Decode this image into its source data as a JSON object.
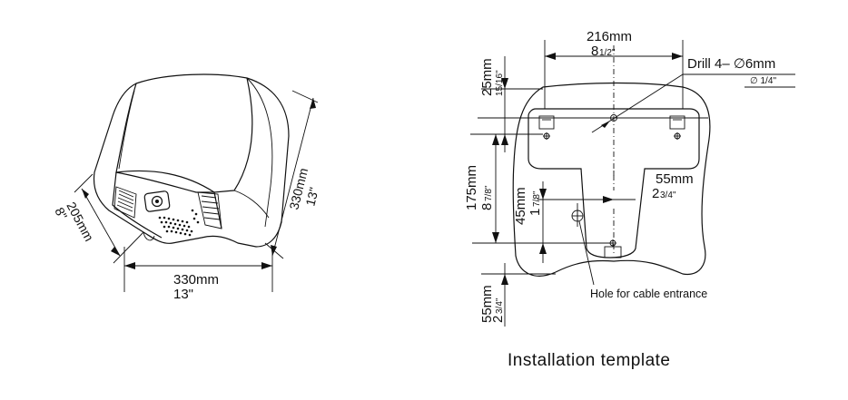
{
  "dryer": {
    "height_mm": "330mm",
    "height_in": "13\"",
    "width_mm": "330mm",
    "width_in": "13\"",
    "depth_mm": "205mm",
    "depth_in": "8\""
  },
  "template": {
    "top_width_mm": "216mm",
    "top_width_in_whole": "8",
    "top_width_in_frac": "1/2''",
    "drill_label": "Drill 4– ∅6mm",
    "drill_in": "∅ 1/4''",
    "top_offset_mm": "25mm",
    "top_offset_in": "15/16''",
    "height_mm": "175mm",
    "height_in_whole": "8",
    "height_in_frac": "7/8''",
    "inner_mm": "45mm",
    "inner_in_whole": "1",
    "inner_in_frac": "7/8''",
    "side_mm": "55mm",
    "side_in_whole": "2",
    "side_in_frac": "3/4''",
    "bottom_mm": "55mm",
    "bottom_in_whole": "2",
    "bottom_in_frac": "3/4''",
    "cable_label": "Hole for cable entrance",
    "caption": "Installation template"
  }
}
